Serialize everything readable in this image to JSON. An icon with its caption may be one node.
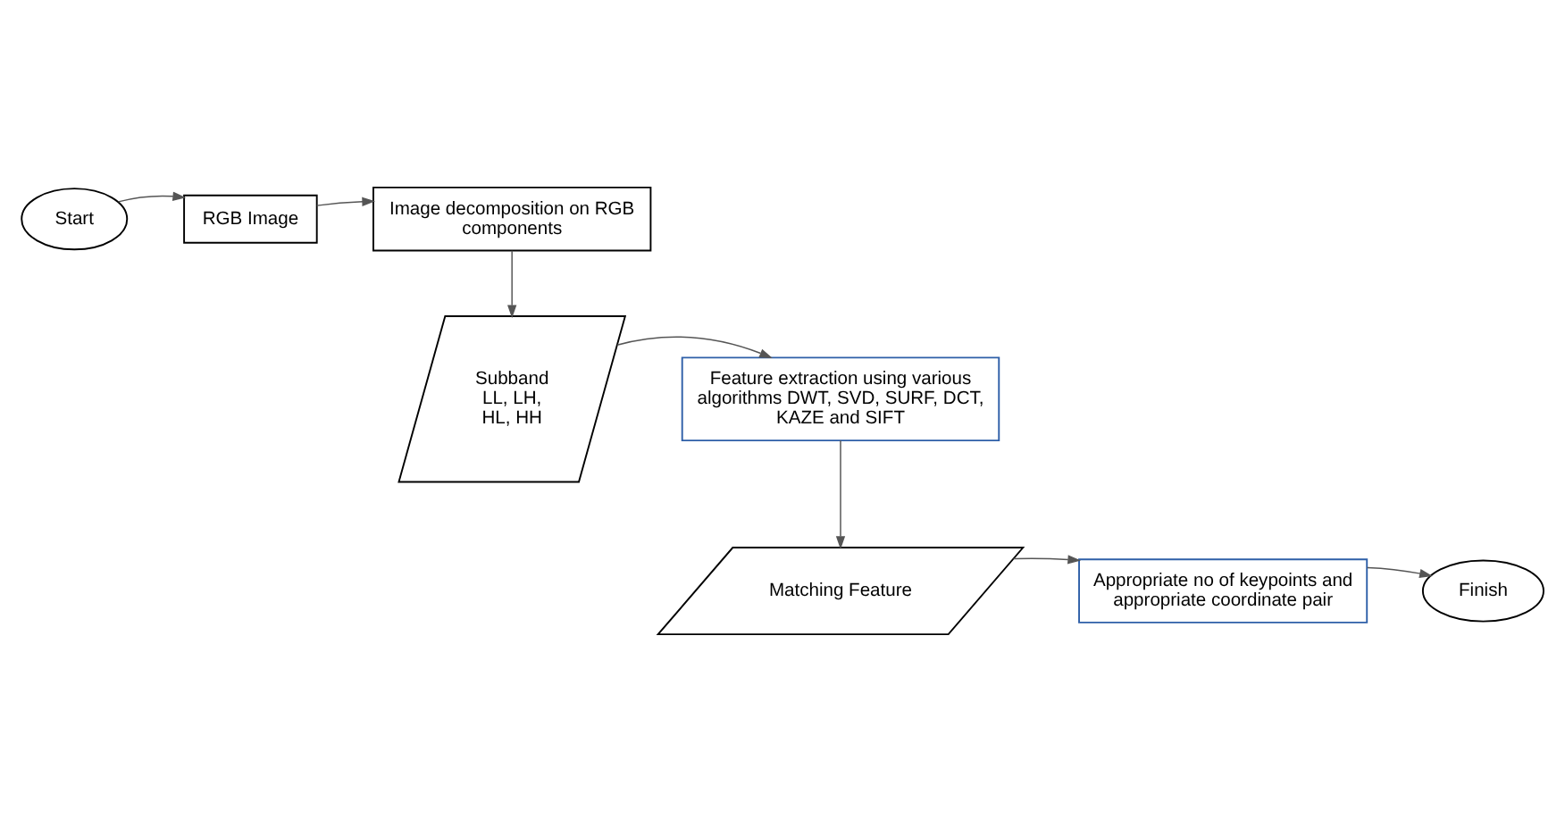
{
  "diagram": {
    "nodes": [
      {
        "text": [
          "Start"
        ]
      },
      {
        "text": [
          "RGB Image"
        ]
      },
      {
        "text": [
          "Image decomposition on RGB components"
        ]
      },
      {
        "text": [
          "Subband LL, LH, HL, HH"
        ]
      },
      {
        "text": [
          "Feature extraction using various algorithms DWT, SVD, SURF, DCT, KAZE and SIFT"
        ]
      },
      {
        "text": [
          "Matching Feature"
        ]
      },
      {
        "text": [
          "Appropriate no of keypoints and appropriate coordinate pair"
        ]
      },
      {
        "text": [
          "Finish"
        ]
      }
    ],
    "edges": [
      {
        "from": 0,
        "to": 1,
        "arrow": "to"
      },
      {
        "from": 1,
        "to": 2,
        "arrow": "to"
      },
      {
        "from": 2,
        "to": 3,
        "arrow": "to"
      },
      {
        "from": 3,
        "to": 4,
        "arrow": "to"
      },
      {
        "from": 4,
        "to": 5,
        "arrow": "to"
      },
      {
        "from": 5,
        "to": 6,
        "arrow": "to"
      },
      {
        "from": 6,
        "to": 7,
        "arrow": "to"
      }
    ]
  }
}
